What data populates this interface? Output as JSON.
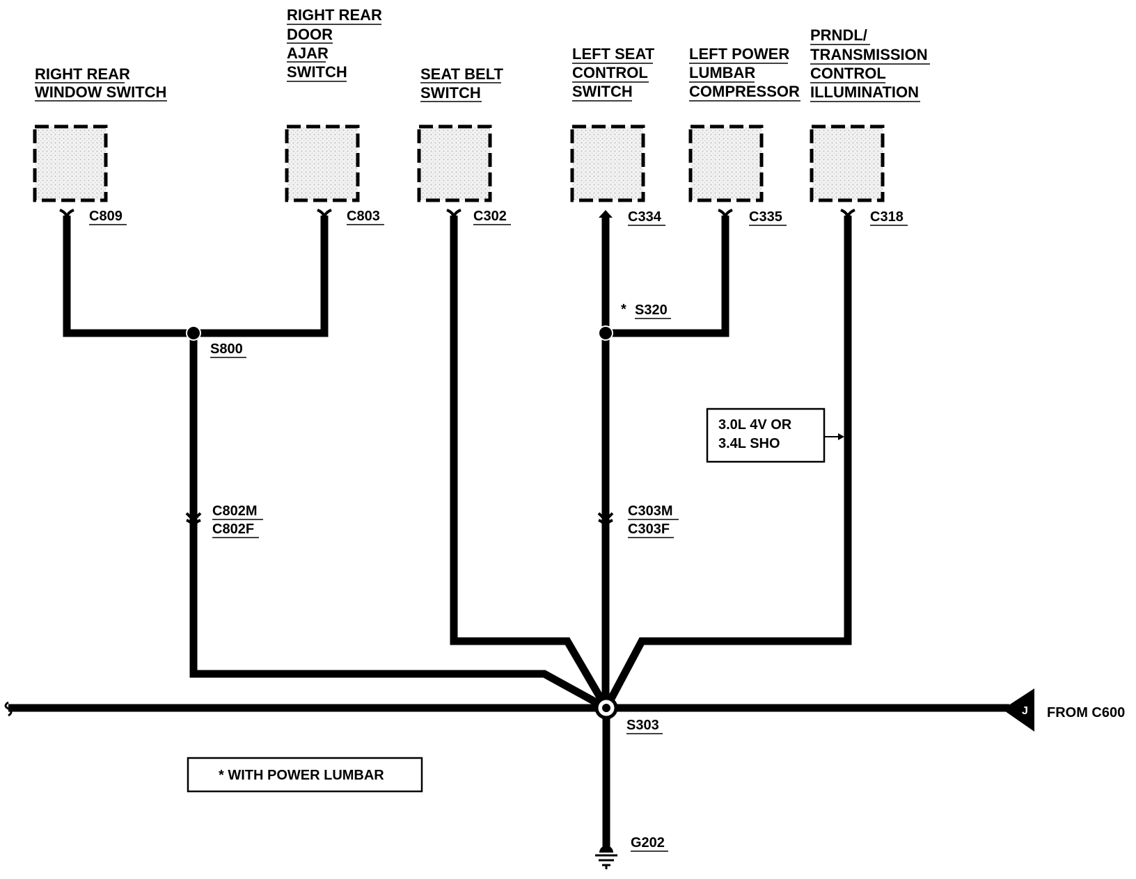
{
  "components": [
    {
      "id": "right-rear-window-switch",
      "label_lines": [
        "RIGHT REAR",
        "WINDOW SWITCH"
      ],
      "connector": "C809"
    },
    {
      "id": "right-rear-door-ajar-switch",
      "label_lines": [
        "RIGHT REAR",
        "DOOR",
        "AJAR",
        "SWITCH"
      ],
      "connector": "C803"
    },
    {
      "id": "seat-belt-switch",
      "label_lines": [
        "SEAT BELT",
        "SWITCH"
      ],
      "connector": "C302"
    },
    {
      "id": "left-seat-control-switch",
      "label_lines": [
        "LEFT SEAT",
        "CONTROL",
        "SWITCH"
      ],
      "connector": "C334"
    },
    {
      "id": "left-power-lumbar-compressor",
      "label_lines": [
        "LEFT POWER",
        "LUMBAR",
        "COMPRESSOR"
      ],
      "connector": "C335"
    },
    {
      "id": "prndl-transmission-control-illumination",
      "label_lines": [
        "PRNDL/",
        "TRANSMISSION",
        "CONTROL",
        "ILLUMINATION"
      ],
      "connector": "C318"
    }
  ],
  "splices": {
    "s800": "S800",
    "s320": "S320",
    "s320_marker": "*",
    "s303": "S303"
  },
  "inline_connectors": {
    "c802": [
      "C802M",
      "C802F"
    ],
    "c303": [
      "C303M",
      "C303F"
    ]
  },
  "engine_note_lines": [
    "3.0L 4V OR",
    "3.4L SHO"
  ],
  "legend": "*  WITH POWER LUMBAR",
  "ground": "G202",
  "source": {
    "letter": "J",
    "label": "FROM C600"
  }
}
